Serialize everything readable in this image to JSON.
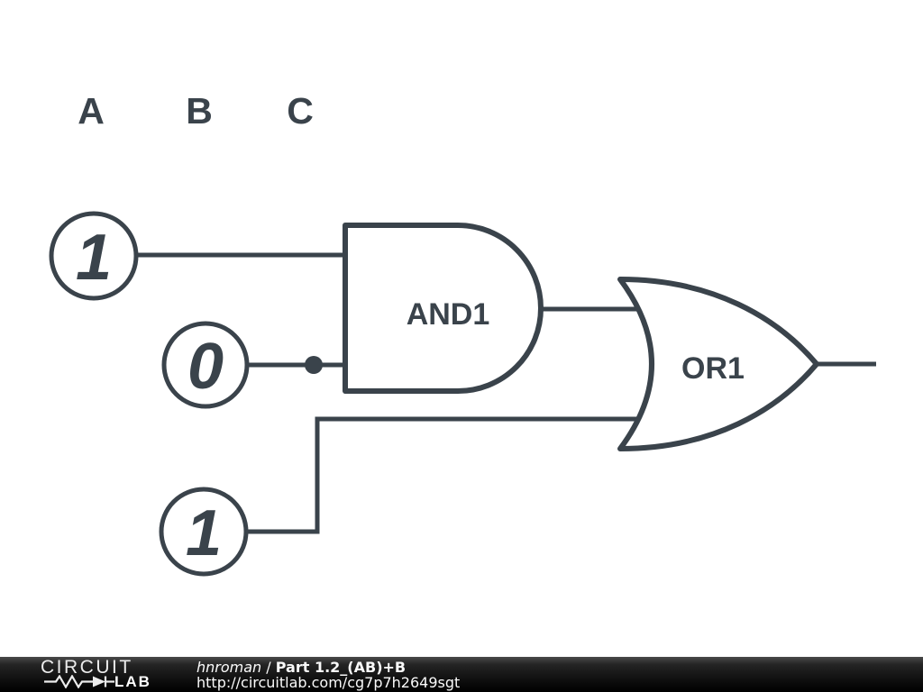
{
  "schematic": {
    "stroke_color": "#3a434b",
    "background_color": "#ffffff",
    "node_labels": [
      "A",
      "B",
      "C"
    ],
    "sources": [
      {
        "node": "A",
        "value": "1"
      },
      {
        "node": "B",
        "value": "0"
      },
      {
        "node": "C",
        "value": "1"
      }
    ],
    "gates": [
      {
        "name": "AND1",
        "type": "AND"
      },
      {
        "name": "OR1",
        "type": "OR"
      }
    ]
  },
  "footer": {
    "logo_word_1": "CIRCUIT",
    "logo_word_2": "LAB",
    "author": "hnroman",
    "separator": " / ",
    "title": "Part 1.2_(AB)+B",
    "url": "http://circuitlab.com/cg7p7h2649sgt",
    "bar_color": "#111111",
    "text_color": "#ffffff"
  }
}
